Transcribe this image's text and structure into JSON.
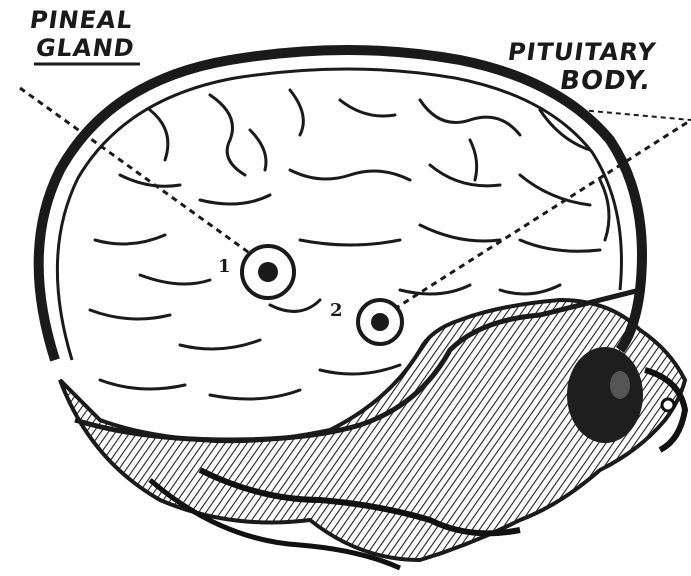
{
  "labels": {
    "pineal_line1": "PINEAL",
    "pineal_line2": "GLAND",
    "pituitary_line1": "PITUITARY",
    "pituitary_line2": "BODY."
  },
  "markers": {
    "marker_1": "1",
    "marker_2": "2"
  },
  "colors": {
    "ink": "#1a1a1a",
    "paper": "#ffffff",
    "shade": "#3a3a3a"
  }
}
